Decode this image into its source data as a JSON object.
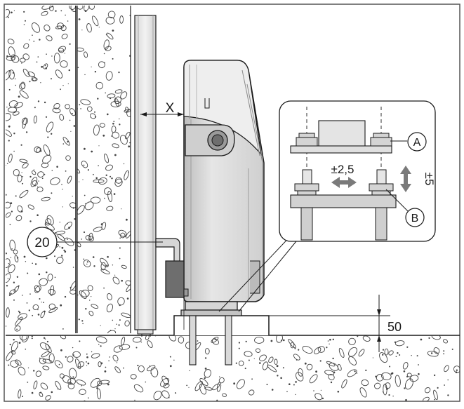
{
  "diagram": {
    "labels": {
      "gap_label": "X",
      "part_number": "20",
      "detail_a": "A",
      "detail_b": "B",
      "horizontal_adjust": "±2,5",
      "vertical_adjust": "±5",
      "height_dimension": "50"
    },
    "colors": {
      "line": "#1a1a1a",
      "frame": "#555555",
      "housing_light": "#e2e2e2",
      "housing_mid": "#c7c7c7",
      "housing_dark": "#9a9a9a",
      "dark_block": "#6e6e6e",
      "arrow": "#7a7a7a",
      "speckle": "#444444"
    },
    "icons": {
      "horizontal_arrow": "double-arrow-horizontal",
      "vertical_arrow": "double-arrow-vertical"
    }
  }
}
